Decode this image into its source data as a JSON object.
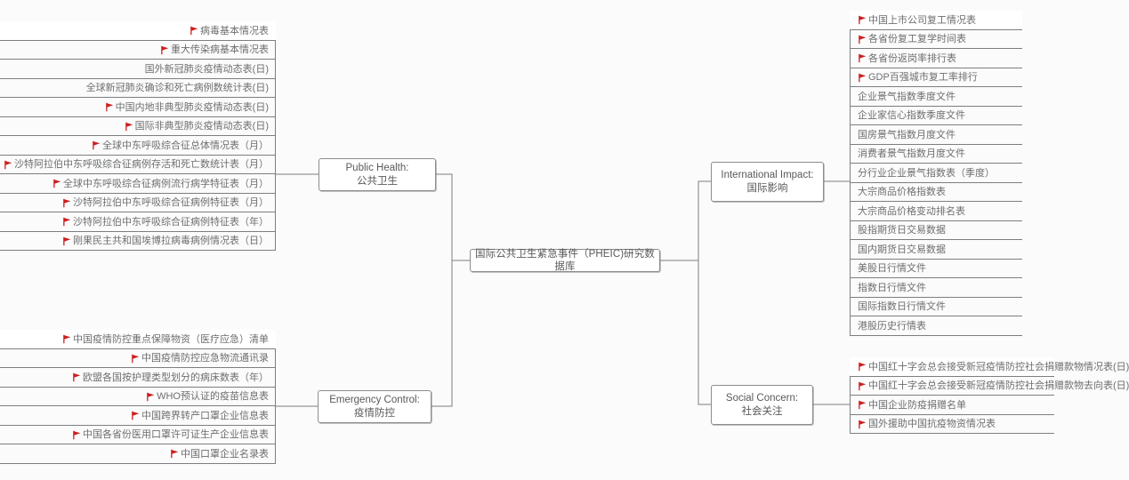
{
  "diagram": {
    "title": "国际公共卫生紧急事件（PHEIC)研究数据库",
    "flag_color": "#cc1f20",
    "line_color": "#7c7e80",
    "text_color": "#6d6e70",
    "background": "#fbfbfb",
    "center": {
      "label": "国际公共卫生紧急事件（PHEIC)研究数据库"
    },
    "categories": [
      {
        "id": "public-health",
        "en": "Public Health:",
        "zh": "公共卫生"
      },
      {
        "id": "emergency-control",
        "en": "Emergency Control:",
        "zh": "疫情防控"
      },
      {
        "id": "international-impact",
        "en": "International Impact:",
        "zh": "国际影响"
      },
      {
        "id": "social-concern",
        "en": "Social Concern:",
        "zh": "社会关注"
      }
    ],
    "branches": {
      "public_health": {
        "side": "left",
        "items": [
          {
            "label": "病毒基本情况表",
            "flag": true,
            "highlight": true
          },
          {
            "label": "重大传染病基本情况表",
            "flag": true,
            "highlight": false
          },
          {
            "label": "国外新冠肺炎疫情动态表(日)",
            "flag": false,
            "highlight": false
          },
          {
            "label": "全球新冠肺炎确诊和死亡病例数统计表(日)",
            "flag": false,
            "highlight": false
          },
          {
            "label": "中国内地非典型肺炎疫情动态表(日)",
            "flag": true,
            "highlight": false
          },
          {
            "label": "国际非典型肺炎疫情动态表(日)",
            "flag": true,
            "highlight": false
          },
          {
            "label": "全球中东呼吸综合征总体情况表（月）",
            "flag": true,
            "highlight": false
          },
          {
            "label": "沙特阿拉伯中东呼吸综合征病例存活和死亡数统计表（月）",
            "flag": true,
            "highlight": false
          },
          {
            "label": "全球中东呼吸综合征病例流行病学特征表（月）",
            "flag": true,
            "highlight": false
          },
          {
            "label": "沙特阿拉伯中东呼吸综合征病例特征表（月）",
            "flag": true,
            "highlight": false
          },
          {
            "label": "沙特阿拉伯中东呼吸综合征病例特征表（年）",
            "flag": true,
            "highlight": false
          },
          {
            "label": "刚果民主共和国埃博拉病毒病例情况表（日）",
            "flag": true,
            "highlight": false
          }
        ]
      },
      "emergency_control": {
        "side": "left",
        "items": [
          {
            "label": "中国疫情防控重点保障物资（医疗应急）清单",
            "flag": true,
            "highlight": true
          },
          {
            "label": "中国疫情防控应急物流通讯录",
            "flag": true,
            "highlight": false
          },
          {
            "label": "欧盟各国按护理类型划分的病床数表（年）",
            "flag": true,
            "highlight": false
          },
          {
            "label": "WHO预认证的疫苗信息表",
            "flag": true,
            "highlight": false
          },
          {
            "label": "中国跨界转产口罩企业信息表",
            "flag": true,
            "highlight": false
          },
          {
            "label": "中国各省份医用口罩许可证生产企业信息表",
            "flag": true,
            "highlight": false
          },
          {
            "label": "中国口罩企业名录表",
            "flag": true,
            "highlight": false
          }
        ]
      },
      "international_impact": {
        "side": "right",
        "items": [
          {
            "label": "中国上市公司复工情况表",
            "flag": true,
            "highlight": true
          },
          {
            "label": "各省份复工复学时间表",
            "flag": true,
            "highlight": false
          },
          {
            "label": "各省份返岗率排行表",
            "flag": true,
            "highlight": false
          },
          {
            "label": "GDP百强城市复工率排行",
            "flag": true,
            "highlight": false
          },
          {
            "label": "企业景气指数季度文件",
            "flag": false,
            "highlight": false
          },
          {
            "label": "企业家信心指数季度文件",
            "flag": false,
            "highlight": false
          },
          {
            "label": "国房景气指数月度文件",
            "flag": false,
            "highlight": false
          },
          {
            "label": "消费者景气指数月度文件",
            "flag": false,
            "highlight": false
          },
          {
            "label": "分行业企业景气指数表（季度）",
            "flag": false,
            "highlight": false
          },
          {
            "label": "大宗商品价格指数表",
            "flag": false,
            "highlight": false
          },
          {
            "label": "大宗商品价格变动排名表",
            "flag": false,
            "highlight": false
          },
          {
            "label": "股指期货日交易数据",
            "flag": false,
            "highlight": false
          },
          {
            "label": "国内期货日交易数据",
            "flag": false,
            "highlight": false
          },
          {
            "label": "美股日行情文件",
            "flag": false,
            "highlight": false
          },
          {
            "label": "指数日行情文件",
            "flag": false,
            "highlight": false
          },
          {
            "label": "国际指数日行情文件",
            "flag": false,
            "highlight": false
          },
          {
            "label": "港股历史行情表",
            "flag": false,
            "highlight": false
          }
        ]
      },
      "social_concern": {
        "side": "right",
        "items": [
          {
            "label": "中国红十字会总会接受新冠疫情防控社会捐赠款物情况表(日)",
            "flag": true,
            "highlight": true
          },
          {
            "label": "中国红十字会总会接受新冠疫情防控社会捐赠款物去向表(日)",
            "flag": true,
            "highlight": false
          },
          {
            "label": "中国企业防疫捐赠名单",
            "flag": true,
            "highlight": false
          },
          {
            "label": "国外援助中国抗疫物资情况表",
            "flag": true,
            "highlight": false
          }
        ]
      }
    }
  }
}
